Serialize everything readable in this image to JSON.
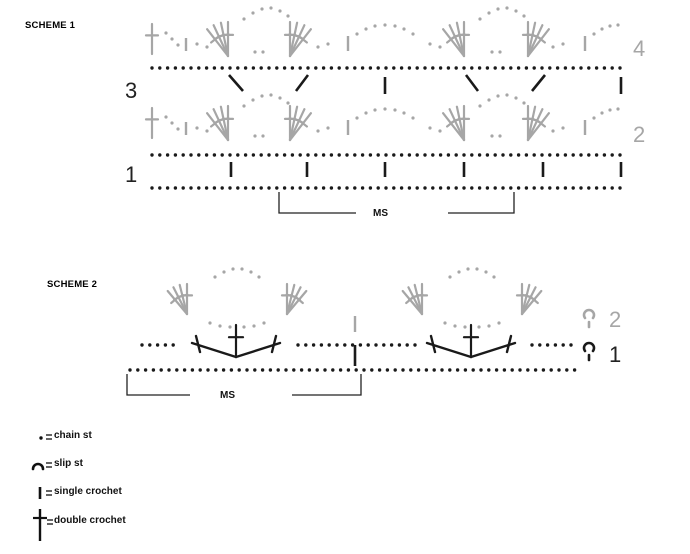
{
  "scheme1": {
    "title": "SCHEME 1",
    "row_labels": {
      "r1": "1",
      "r2": "2",
      "r3": "3",
      "r4": "4"
    },
    "ms_label": "MS"
  },
  "scheme2": {
    "title": "SCHEME 2",
    "row_labels": {
      "r1": "1",
      "r2": "2"
    },
    "ms_label": "MS"
  },
  "colors": {
    "dark": "#1a1a1a",
    "light": "#a6a6a6"
  },
  "legend": [
    {
      "icon": "chain-st-icon",
      "label": "chain st"
    },
    {
      "icon": "slip-st-icon",
      "label": "slip st"
    },
    {
      "icon": "single-crochet-icon",
      "label": "single crochet"
    },
    {
      "icon": "double-crochet-icon",
      "label": "double crochet"
    }
  ],
  "legend_separator": "="
}
